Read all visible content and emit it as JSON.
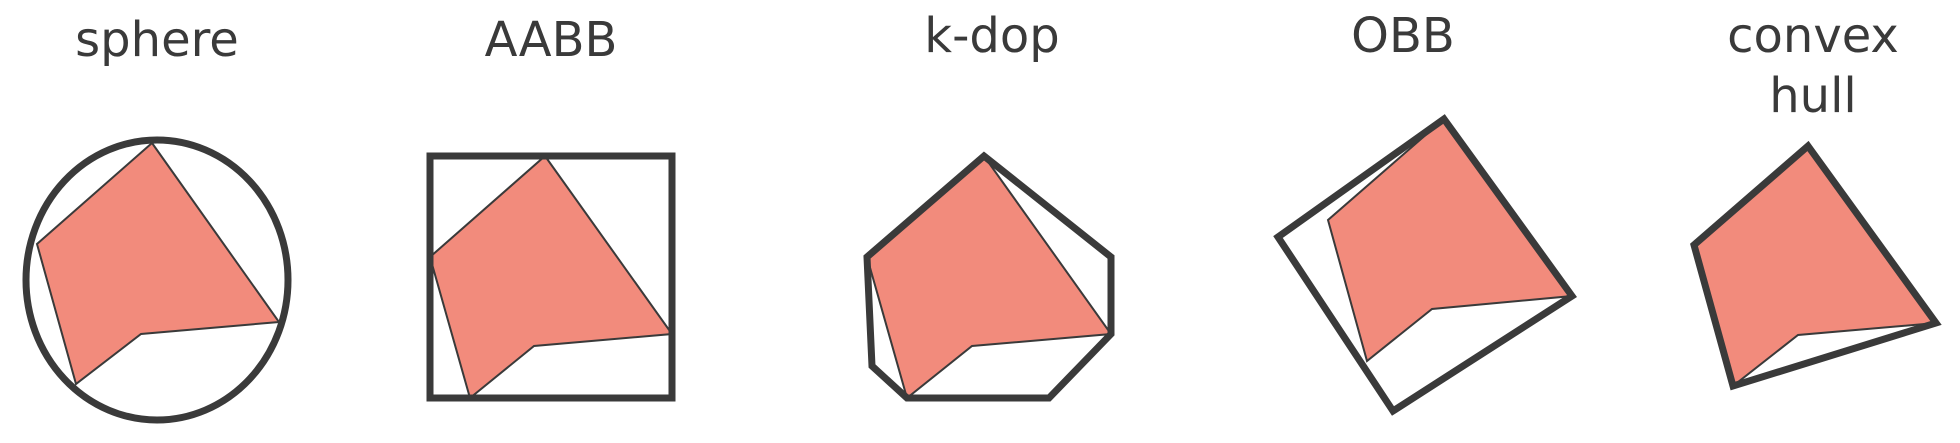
{
  "colors": {
    "shape_fill": "#f28b7c",
    "outline": "#3a3a3a",
    "background": "#ffffff"
  },
  "panels": [
    {
      "id": "sphere",
      "label_lines": [
        "sphere"
      ]
    },
    {
      "id": "aabb",
      "label_lines": [
        "AABB"
      ]
    },
    {
      "id": "kdop",
      "label_lines": [
        "k-dop"
      ]
    },
    {
      "id": "obb",
      "label_lines": [
        "OBB"
      ]
    },
    {
      "id": "convex-hull",
      "label_lines": [
        "convex",
        "hull"
      ]
    }
  ]
}
